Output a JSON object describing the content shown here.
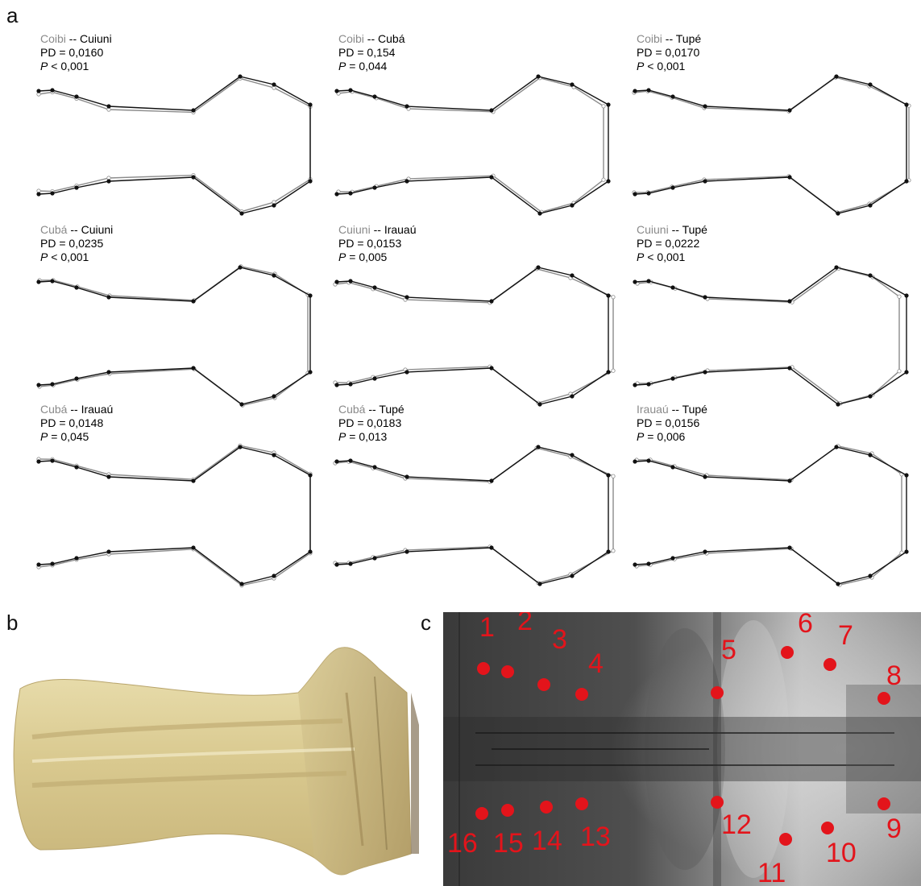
{
  "figure": {
    "panel_labels": {
      "a": "a",
      "b": "b",
      "c": "c"
    },
    "comparisons": [
      {
        "a": "Coibi",
        "sep": " -- ",
        "b": "Cuiuni",
        "pd_label": "PD = ",
        "pd": "0,0160",
        "p_label": "P",
        "p_rel": " < ",
        "p": "0,001"
      },
      {
        "a": "Coibi",
        "sep": " -- ",
        "b": "Cubá",
        "pd_label": "PD = ",
        "pd": "0,154",
        "p_label": "P",
        "p_rel": " = ",
        "p": "0,044"
      },
      {
        "a": "Coibi",
        "sep": " -- ",
        "b": "Tupé",
        "pd_label": "PD = ",
        "pd": "0,0170",
        "p_label": "P",
        "p_rel": " < ",
        "p": "0,001"
      },
      {
        "a": "Cubá",
        "sep": " -- ",
        "b": "Cuiuni",
        "pd_label": "PD = ",
        "pd": "0,0235",
        "p_label": "P",
        "p_rel": " < ",
        "p": "0,001"
      },
      {
        "a": "Cuiuni",
        "sep": " -- ",
        "b": "Irauaú",
        "pd_label": "PD = ",
        "pd": "0,0153",
        "p_label": "P",
        "p_rel": " = ",
        "p": "0,005"
      },
      {
        "a": "Cuiuni",
        "sep": " -- ",
        "b": "Tupé",
        "pd_label": "PD = ",
        "pd": "0,0222",
        "p_label": "P",
        "p_rel": " < ",
        "p": "0,001"
      },
      {
        "a": "Cubá",
        "sep": " -- ",
        "b": "Irauaú",
        "pd_label": "PD = ",
        "pd": "0,0148",
        "p_label": "P",
        "p_rel": " = ",
        "p": "0,045"
      },
      {
        "a": "Cubá",
        "sep": " -- ",
        "b": "Tupé",
        "pd_label": "PD = ",
        "pd": "0,0183",
        "p_label": "P",
        "p_rel": " = ",
        "p": "0,013"
      },
      {
        "a": "Irauaú",
        "sep": " -- ",
        "b": "Tupé",
        "pd_label": "PD = ",
        "pd": "0,0156",
        "p_label": "P",
        "p_rel": " = ",
        "p": "0,006"
      }
    ],
    "landmark_labels": [
      "1",
      "2",
      "3",
      "4",
      "5",
      "6",
      "7",
      "8",
      "9",
      "10",
      "11",
      "12",
      "13",
      "14",
      "15",
      "16"
    ],
    "colors": {
      "black_shape": "#111111",
      "gray_shape": "#8c8c8c",
      "landmark": "#e3141b",
      "bone": "#d7cb98"
    }
  }
}
